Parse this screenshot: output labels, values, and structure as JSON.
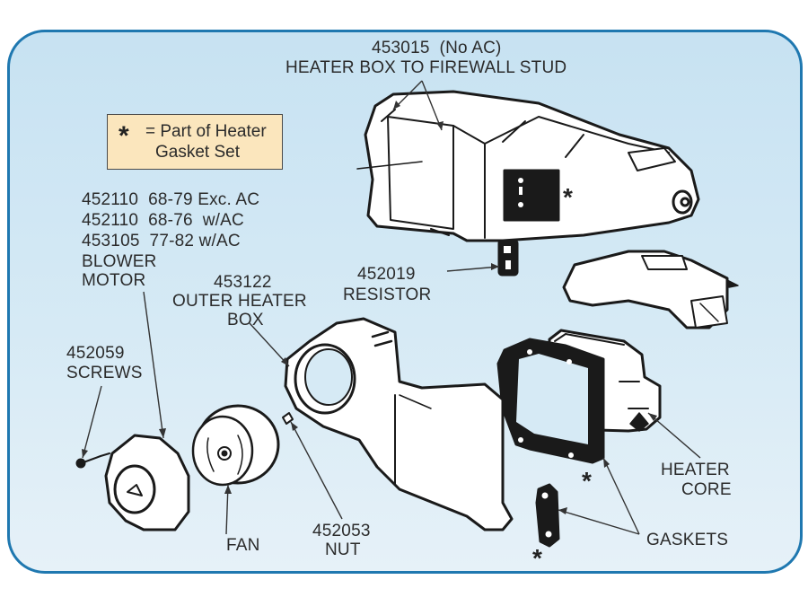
{
  "diagram": {
    "title": "Heater Box Assembly Exploded View",
    "colors": {
      "panel_border": "#1f78b0",
      "panel_fill": "#cfe6f4",
      "legend_fill": "#fbe6bd",
      "line": "#1a1a1a"
    },
    "legend": {
      "symbol": "*",
      "line1": "= Part of Heater",
      "line2": "Gasket Set"
    },
    "callouts": {
      "firewall_stud": {
        "line1": "453015  (No AC)",
        "line2": "HEATER BOX TO FIREWALL STUD"
      },
      "blower_motor": {
        "line1": "452110  68-79 Exc. AC",
        "line2": "452110  68-76  w/AC",
        "line3": "453105  77-82 w/AC",
        "line4": "BLOWER",
        "line5": "MOTOR"
      },
      "outer_heater_box": {
        "line1": "453122",
        "line2": "OUTER HEATER",
        "line3": "BOX"
      },
      "resistor": {
        "line1": "452019",
        "line2": "RESISTOR"
      },
      "screws": {
        "line1": "452059",
        "line2": "SCREWS"
      },
      "fan": {
        "line1": "FAN"
      },
      "nut": {
        "line1": "452053",
        "line2": "NUT"
      },
      "heater_core": {
        "line1": "HEATER",
        "line2": "CORE"
      },
      "gaskets": {
        "line1": "GASKETS"
      }
    },
    "asterisks": {
      "resistor_plate": "*",
      "core_gasket": "*",
      "small_gasket": "*"
    }
  }
}
